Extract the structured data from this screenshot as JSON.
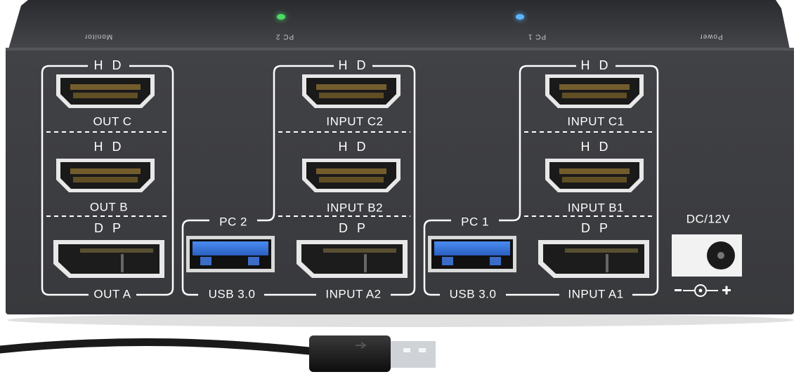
{
  "top_panel": {
    "monitor": "Monitor",
    "pc2": "PC 2",
    "pc1": "PC 1",
    "power": "Power",
    "led_pc2_color": "#4cd964",
    "led_pc1_color": "#5ab4ff"
  },
  "monitor_group": {
    "hd_c": "H D",
    "out_c": "OUT C",
    "hd_b": "H D",
    "out_b": "OUT B",
    "dp": "D P",
    "out_a": "OUT A"
  },
  "pc2_group": {
    "hd_c2": "H D",
    "input_c2": "INPUT C2",
    "hd_b2": "H D",
    "input_b2": "INPUT B2",
    "label": "PC 2",
    "dp": "D P",
    "usb": "USB 3.0",
    "input_a2": "INPUT A2"
  },
  "pc1_group": {
    "hd_c1": "H D",
    "input_c1": "INPUT C1",
    "hd_b1": "H D",
    "input_b1": "INPUT B1",
    "label": "PC 1",
    "dp": "D P",
    "usb": "USB 3.0",
    "input_a1": "INPUT A1"
  },
  "power": {
    "dc_label": "DC/12V"
  },
  "colors": {
    "body": "#3c3d40",
    "usb_blue": "#2f6fd6"
  }
}
